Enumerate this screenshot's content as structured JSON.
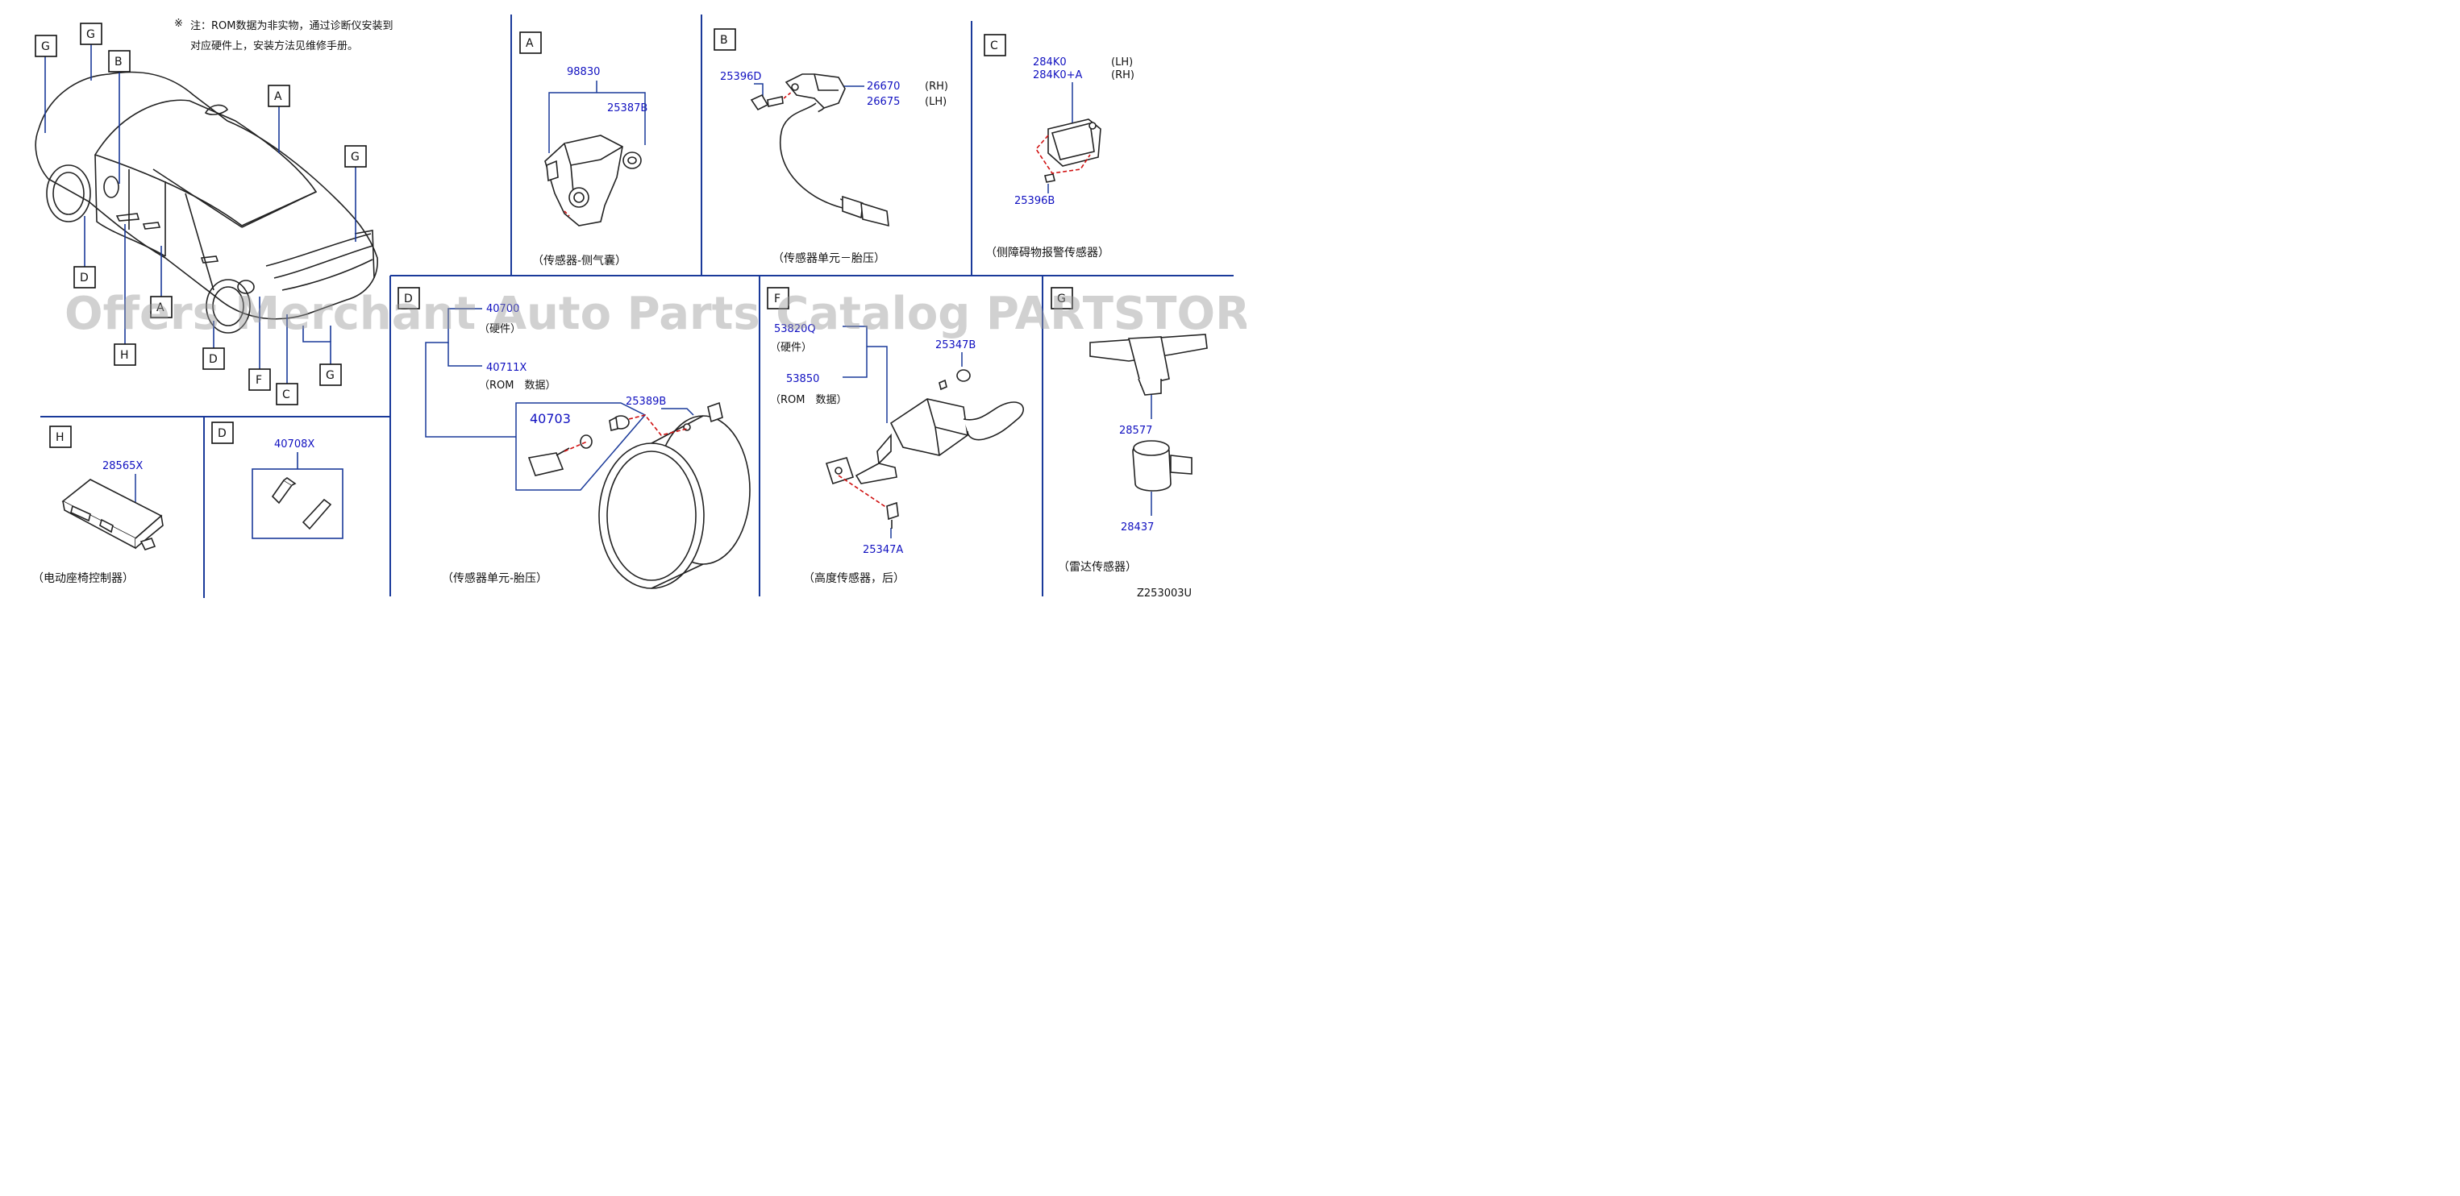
{
  "note": {
    "symbol": "※",
    "line1": "注：ROM数据为非实物，通过诊断仪安装到",
    "line2": "对应硬件上，安装方法见维修手册。"
  },
  "watermark": "Offers Merchant Auto Parts Catalog PARTSTORE.SA",
  "diagram_code": "Z253003U",
  "car_callouts": [
    "G",
    "G",
    "B",
    "A",
    "G",
    "D",
    "A",
    "H",
    "D",
    "F",
    "C",
    "G"
  ],
  "panels": {
    "a": {
      "letter": "A",
      "parts": [
        "98830",
        "25387B"
      ],
      "caption": "（传感器-侧气囊）"
    },
    "b": {
      "letter": "B",
      "parts": [
        "25396D",
        "26670",
        "26675"
      ],
      "sides": [
        "(RH)",
        "(LH)"
      ],
      "caption": "（传感器单元－胎压）"
    },
    "c": {
      "letter": "C",
      "parts": [
        "284K0",
        "284K0+A",
        "25396B"
      ],
      "sides": [
        "(LH)",
        "(RH)"
      ],
      "caption": "（侧障碍物报警传感器）"
    },
    "d_tire": {
      "letter": "D",
      "parts": [
        "40700",
        "40711X",
        "40703",
        "25389B"
      ],
      "notes": [
        "（硬件）",
        "（ROM　数据）"
      ],
      "caption": "（传感器单元-胎压）"
    },
    "f_height": {
      "letter": "F",
      "parts": [
        "53820Q",
        "53850",
        "25347B",
        "25347A"
      ],
      "notes": [
        "（硬件）",
        "（ROM　数据）"
      ],
      "caption": "（高度传感器，后）"
    },
    "g_radar": {
      "letter": "G",
      "parts": [
        "28577",
        "28437"
      ],
      "caption": "（雷达传感器）"
    },
    "h_seat": {
      "letter": "H",
      "parts": [
        "28565X"
      ],
      "caption": "（电动座椅控制器）"
    },
    "d_data": {
      "letter": "D",
      "parts": [
        "40708X"
      ]
    }
  }
}
